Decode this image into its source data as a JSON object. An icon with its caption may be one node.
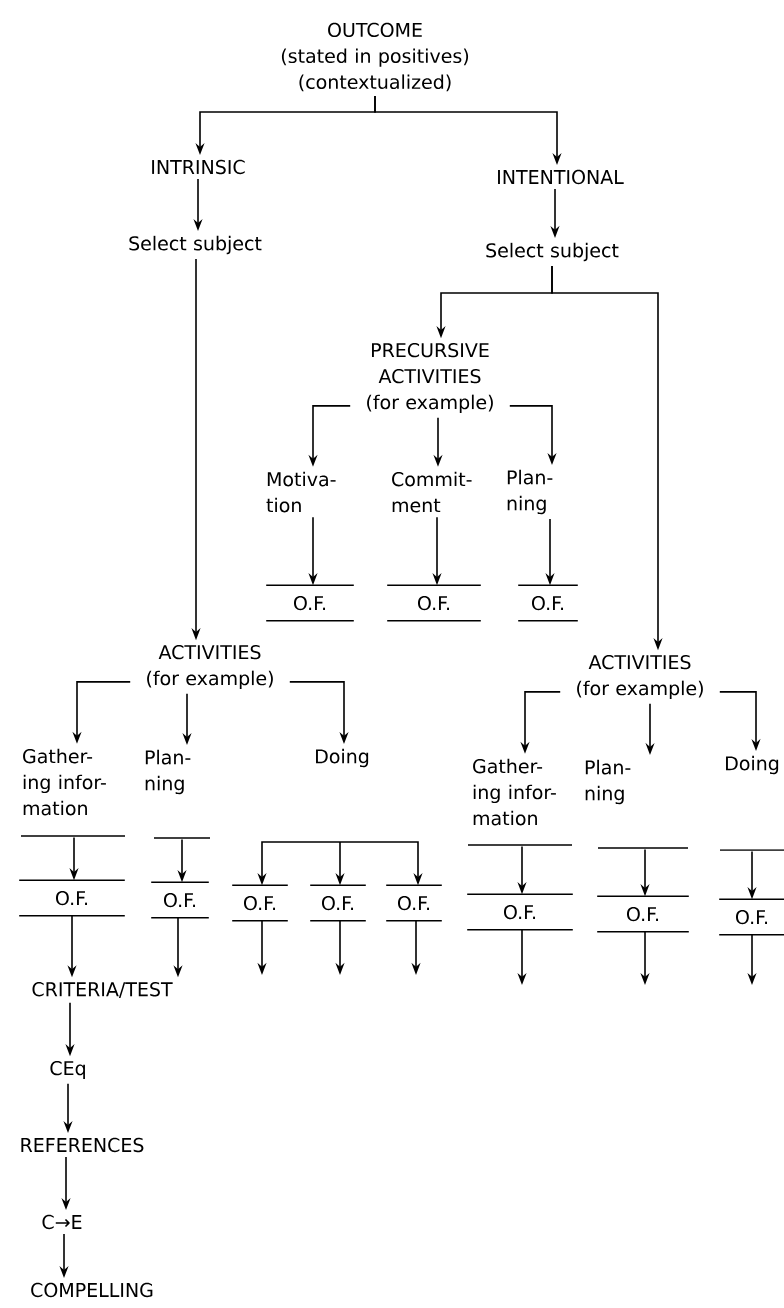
{
  "diagram": {
    "nodes": [
      {
        "text": [
          "OUTCOME",
          "(stated in positives)",
          "(contextualized)"
        ]
      },
      {
        "text": [
          "INTRINSIC"
        ]
      },
      {
        "text": [
          "INTENTIONAL"
        ]
      },
      {
        "text": [
          "Select subject"
        ]
      },
      {
        "text": [
          "Select subject"
        ]
      },
      {
        "text": [
          "PRECURSIVE ACTIVITIES",
          "(for example)"
        ]
      },
      {
        "text": [
          "Motiva- tion"
        ]
      },
      {
        "text": [
          "Commit- ment"
        ]
      },
      {
        "text": [
          "Plan- ning"
        ]
      },
      {
        "text": [
          "O.F."
        ]
      },
      {
        "text": [
          "O.F."
        ]
      },
      {
        "text": [
          "O.F."
        ]
      },
      {
        "text": [
          "ACTIVITIES",
          "(for example)"
        ]
      },
      {
        "text": [
          "ACTIVITIES",
          "(for example)"
        ]
      },
      {
        "text": [
          "Gather- ing infor- mation"
        ]
      },
      {
        "text": [
          "Plan- ning"
        ]
      },
      {
        "text": [
          "Doing"
        ]
      },
      {
        "text": [
          "Gather- ing infor- mation"
        ]
      },
      {
        "text": [
          "Plan- ning"
        ]
      },
      {
        "text": [
          "Doing"
        ]
      },
      {
        "text": [],
        "shape": "bar"
      },
      {
        "text": [],
        "shape": "bar"
      },
      {
        "text": [],
        "shape": "bar"
      },
      {
        "text": [],
        "shape": "bar"
      },
      {
        "text": [],
        "shape": "bar"
      },
      {
        "text": [
          "O.F."
        ]
      },
      {
        "text": [
          "O.F."
        ]
      },
      {
        "text": [
          "O.F."
        ]
      },
      {
        "text": [
          "O.F."
        ]
      },
      {
        "text": [
          "O.F."
        ]
      },
      {
        "text": [
          "O.F."
        ]
      },
      {
        "text": [
          "O.F."
        ]
      },
      {
        "text": [
          "O.F."
        ]
      },
      {
        "text": [
          "CRITERIA/TEST"
        ]
      },
      {
        "text": [
          "CEq"
        ]
      },
      {
        "text": [
          "REFERENCES"
        ]
      },
      {
        "text": [
          "C→E"
        ]
      },
      {
        "text": [
          "COMPELLING"
        ]
      }
    ],
    "edges": [
      {
        "from": 0,
        "to": 1,
        "arrow": "to"
      },
      {
        "from": 0,
        "to": 2,
        "arrow": "to"
      },
      {
        "from": 1,
        "to": 3,
        "arrow": "to"
      },
      {
        "from": 2,
        "to": 4,
        "arrow": "to"
      },
      {
        "from": 3,
        "to": 12,
        "arrow": "to"
      },
      {
        "from": 4,
        "to": 5,
        "arrow": "to"
      },
      {
        "from": 4,
        "to": 13,
        "arrow": "to"
      },
      {
        "from": 5,
        "to": 6,
        "arrow": "to"
      },
      {
        "from": 5,
        "to": 7,
        "arrow": "to"
      },
      {
        "from": 5,
        "to": 8,
        "arrow": "to"
      },
      {
        "from": 6,
        "to": 9,
        "arrow": "to"
      },
      {
        "from": 7,
        "to": 10,
        "arrow": "to"
      },
      {
        "from": 8,
        "to": 11,
        "arrow": "to"
      },
      {
        "from": 12,
        "to": 14,
        "arrow": "to"
      },
      {
        "from": 12,
        "to": 15,
        "arrow": "to"
      },
      {
        "from": 12,
        "to": 16,
        "arrow": "to"
      },
      {
        "from": 13,
        "to": 17,
        "arrow": "to"
      },
      {
        "from": 13,
        "to": 18,
        "arrow": "to"
      },
      {
        "from": 13,
        "to": 19,
        "arrow": "to"
      },
      {
        "from": 20,
        "to": 25,
        "arrow": "to"
      },
      {
        "from": 21,
        "to": 26,
        "arrow": "to"
      },
      {
        "from": null,
        "to": 27,
        "arrow": "to"
      },
      {
        "from": null,
        "to": 28,
        "arrow": "to"
      },
      {
        "from": null,
        "to": 29,
        "arrow": "to"
      },
      {
        "from": 22,
        "to": 30,
        "arrow": "to"
      },
      {
        "from": 23,
        "to": 31,
        "arrow": "to"
      },
      {
        "from": 24,
        "to": 32,
        "arrow": "to"
      },
      {
        "from": 25,
        "to": 33,
        "arrow": "to"
      },
      {
        "from": 26,
        "to": 33,
        "arrow": "to"
      },
      {
        "from": 27,
        "to": null,
        "arrow": "to"
      },
      {
        "from": 28,
        "to": null,
        "arrow": "to"
      },
      {
        "from": 29,
        "to": null,
        "arrow": "to"
      },
      {
        "from": 30,
        "to": null,
        "arrow": "to"
      },
      {
        "from": 31,
        "to": null,
        "arrow": "to"
      },
      {
        "from": 32,
        "to": null,
        "arrow": "to"
      },
      {
        "from": 33,
        "to": 34,
        "arrow": "to"
      },
      {
        "from": 34,
        "to": 35,
        "arrow": "to"
      },
      {
        "from": 35,
        "to": 36,
        "arrow": "to"
      },
      {
        "from": 36,
        "to": 37,
        "arrow": "to"
      }
    ]
  }
}
